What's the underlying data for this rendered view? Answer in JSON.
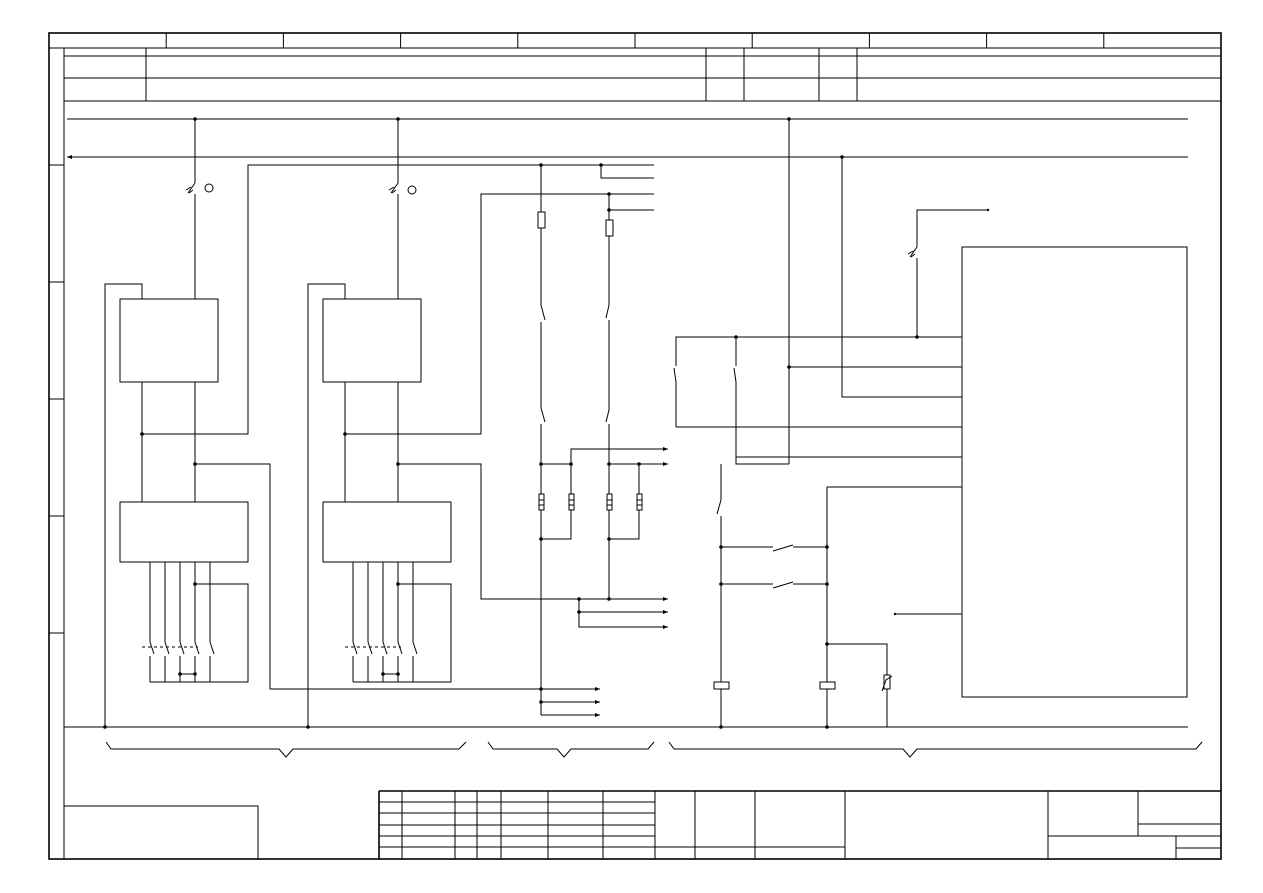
{
  "drawing": {
    "frame_columns": 10,
    "frame_rows": 6,
    "circuit_groups": [
      {
        "id": "pump-group"
      },
      {
        "id": "auxiliary-group"
      },
      {
        "id": "controller-group"
      }
    ]
  },
  "colors": {
    "line": "#000000",
    "paper": "#ffffff"
  },
  "icons": [
    "motor-protection-switch-icon",
    "indicator-lamp-icon",
    "fuse-icon",
    "relay-coil-icon",
    "thermistor-icon",
    "contact-icon"
  ]
}
